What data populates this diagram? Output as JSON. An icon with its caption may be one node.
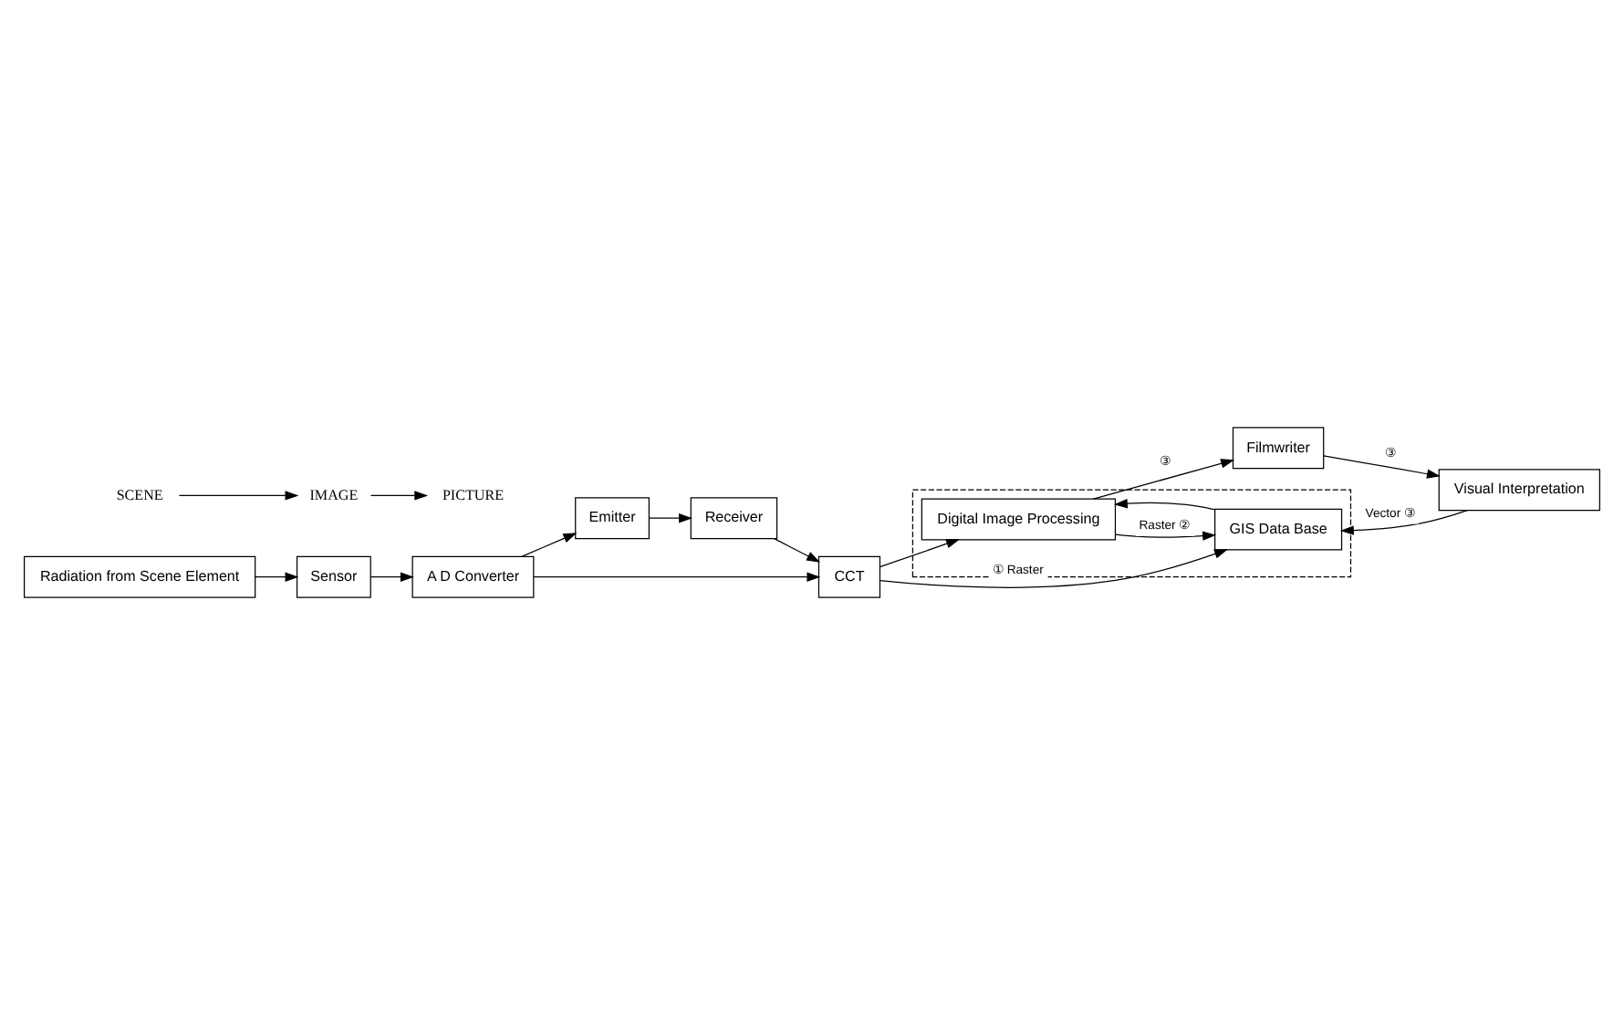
{
  "diagram": {
    "nodes": [
      {
        "text": [
          "Radiation from Scene Element"
        ]
      },
      {
        "text": [
          "Sensor"
        ]
      },
      {
        "text": [
          "A D Converter"
        ]
      },
      {
        "text": [
          "Emitter"
        ]
      },
      {
        "text": [
          "Receiver"
        ]
      },
      {
        "text": [
          "CCT"
        ]
      },
      {
        "text": [],
        "shape": "box"
      },
      {
        "text": [
          "Digital Image Processing"
        ],
        "in": 6
      },
      {
        "text": [
          "GIS Data Base"
        ],
        "in": 6
      },
      {
        "text": [
          "Filmwriter"
        ]
      },
      {
        "text": [
          "Visual Interpretation"
        ]
      },
      {
        "text": [
          "SCENE"
        ]
      },
      {
        "text": [
          "IMAGE"
        ]
      },
      {
        "text": [
          "PICTURE"
        ]
      }
    ],
    "edges": [
      {
        "from": 0,
        "to": 1,
        "arrow": "to"
      },
      {
        "from": 1,
        "to": 2,
        "arrow": "to"
      },
      {
        "from": 2,
        "to": 3,
        "arrow": "to"
      },
      {
        "from": 3,
        "to": 4,
        "arrow": "to"
      },
      {
        "from": 4,
        "to": 5,
        "arrow": "to"
      },
      {
        "from": 2,
        "to": 5,
        "arrow": "to"
      },
      {
        "from": 5,
        "to": 7,
        "arrow": "to"
      },
      {
        "from": 5,
        "to": 8,
        "arrow": "to",
        "label": "① Raster"
      },
      {
        "from": 8,
        "to": 7,
        "arrow": "to"
      },
      {
        "from": 7,
        "to": 8,
        "arrow": "to",
        "label": "Raster ②"
      },
      {
        "from": 7,
        "to": 9,
        "arrow": "to",
        "label": "③"
      },
      {
        "from": 9,
        "to": 10,
        "arrow": "to",
        "label": "③"
      },
      {
        "from": 10,
        "to": 8,
        "arrow": "to",
        "label": "Vector ③"
      },
      {
        "from": 11,
        "to": 12,
        "arrow": "to"
      },
      {
        "from": 12,
        "to": 13,
        "arrow": "to"
      }
    ]
  }
}
